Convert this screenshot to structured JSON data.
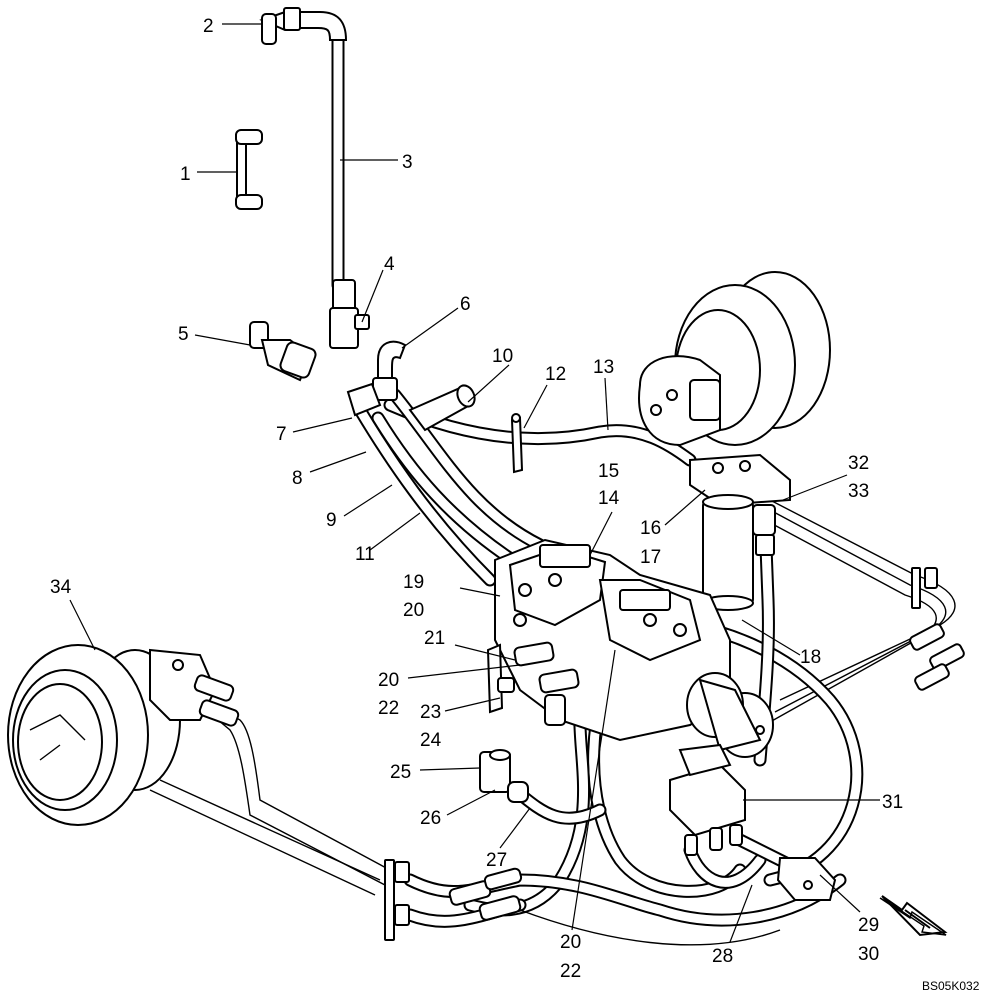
{
  "drawing": {
    "reference_code": "BS05K032",
    "direction_arrow": "front-direction-arrow-icon"
  },
  "callouts": [
    {
      "id": "c1",
      "label": "1"
    },
    {
      "id": "c2",
      "label": "2"
    },
    {
      "id": "c3",
      "label": "3"
    },
    {
      "id": "c4",
      "label": "4"
    },
    {
      "id": "c5",
      "label": "5"
    },
    {
      "id": "c6",
      "label": "6"
    },
    {
      "id": "c7",
      "label": "7"
    },
    {
      "id": "c8",
      "label": "8"
    },
    {
      "id": "c9",
      "label": "9"
    },
    {
      "id": "c10",
      "label": "10"
    },
    {
      "id": "c11",
      "label": "11"
    },
    {
      "id": "c12",
      "label": "12"
    },
    {
      "id": "c13",
      "label": "13"
    },
    {
      "id": "c14",
      "label": "14"
    },
    {
      "id": "c15",
      "label": "15"
    },
    {
      "id": "c16",
      "label": "16"
    },
    {
      "id": "c17",
      "label": "17"
    },
    {
      "id": "c18",
      "label": "18"
    },
    {
      "id": "c19",
      "label": "19"
    },
    {
      "id": "c20a",
      "label": "20"
    },
    {
      "id": "c21",
      "label": "21"
    },
    {
      "id": "c20b",
      "label": "20"
    },
    {
      "id": "c22a",
      "label": "22"
    },
    {
      "id": "c23",
      "label": "23"
    },
    {
      "id": "c24",
      "label": "24"
    },
    {
      "id": "c25",
      "label": "25"
    },
    {
      "id": "c26",
      "label": "26"
    },
    {
      "id": "c27",
      "label": "27"
    },
    {
      "id": "c20c",
      "label": "20"
    },
    {
      "id": "c22b",
      "label": "22"
    },
    {
      "id": "c28",
      "label": "28"
    },
    {
      "id": "c29",
      "label": "29"
    },
    {
      "id": "c30",
      "label": "30"
    },
    {
      "id": "c31",
      "label": "31"
    },
    {
      "id": "c32",
      "label": "32"
    },
    {
      "id": "c33",
      "label": "33"
    },
    {
      "id": "c34",
      "label": "34"
    }
  ]
}
